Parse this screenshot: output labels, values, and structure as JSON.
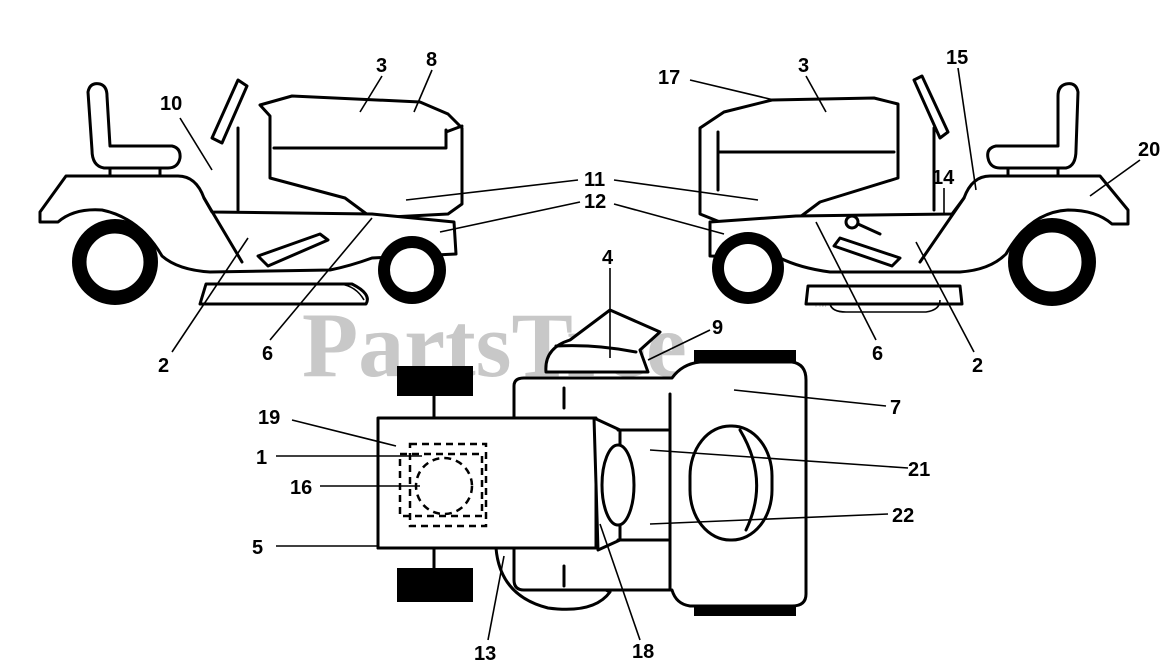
{
  "watermark": {
    "text": "PartsTree",
    "trademark": "™"
  },
  "callouts": {
    "left_side": {
      "c10": "10",
      "c3": "3",
      "c8": "8",
      "c11": "11",
      "c12": "12",
      "c2": "2",
      "c6": "6"
    },
    "right_side": {
      "c17": "17",
      "c3": "3",
      "c15": "15",
      "c20": "20",
      "c14": "14",
      "c6": "6",
      "c2": "2"
    },
    "top_view": {
      "c4": "4",
      "c9": "9",
      "c7": "7",
      "c19": "19",
      "c1": "1",
      "c16": "16",
      "c21": "21",
      "c22": "22",
      "c5": "5",
      "c13": "13",
      "c18": "18"
    }
  }
}
